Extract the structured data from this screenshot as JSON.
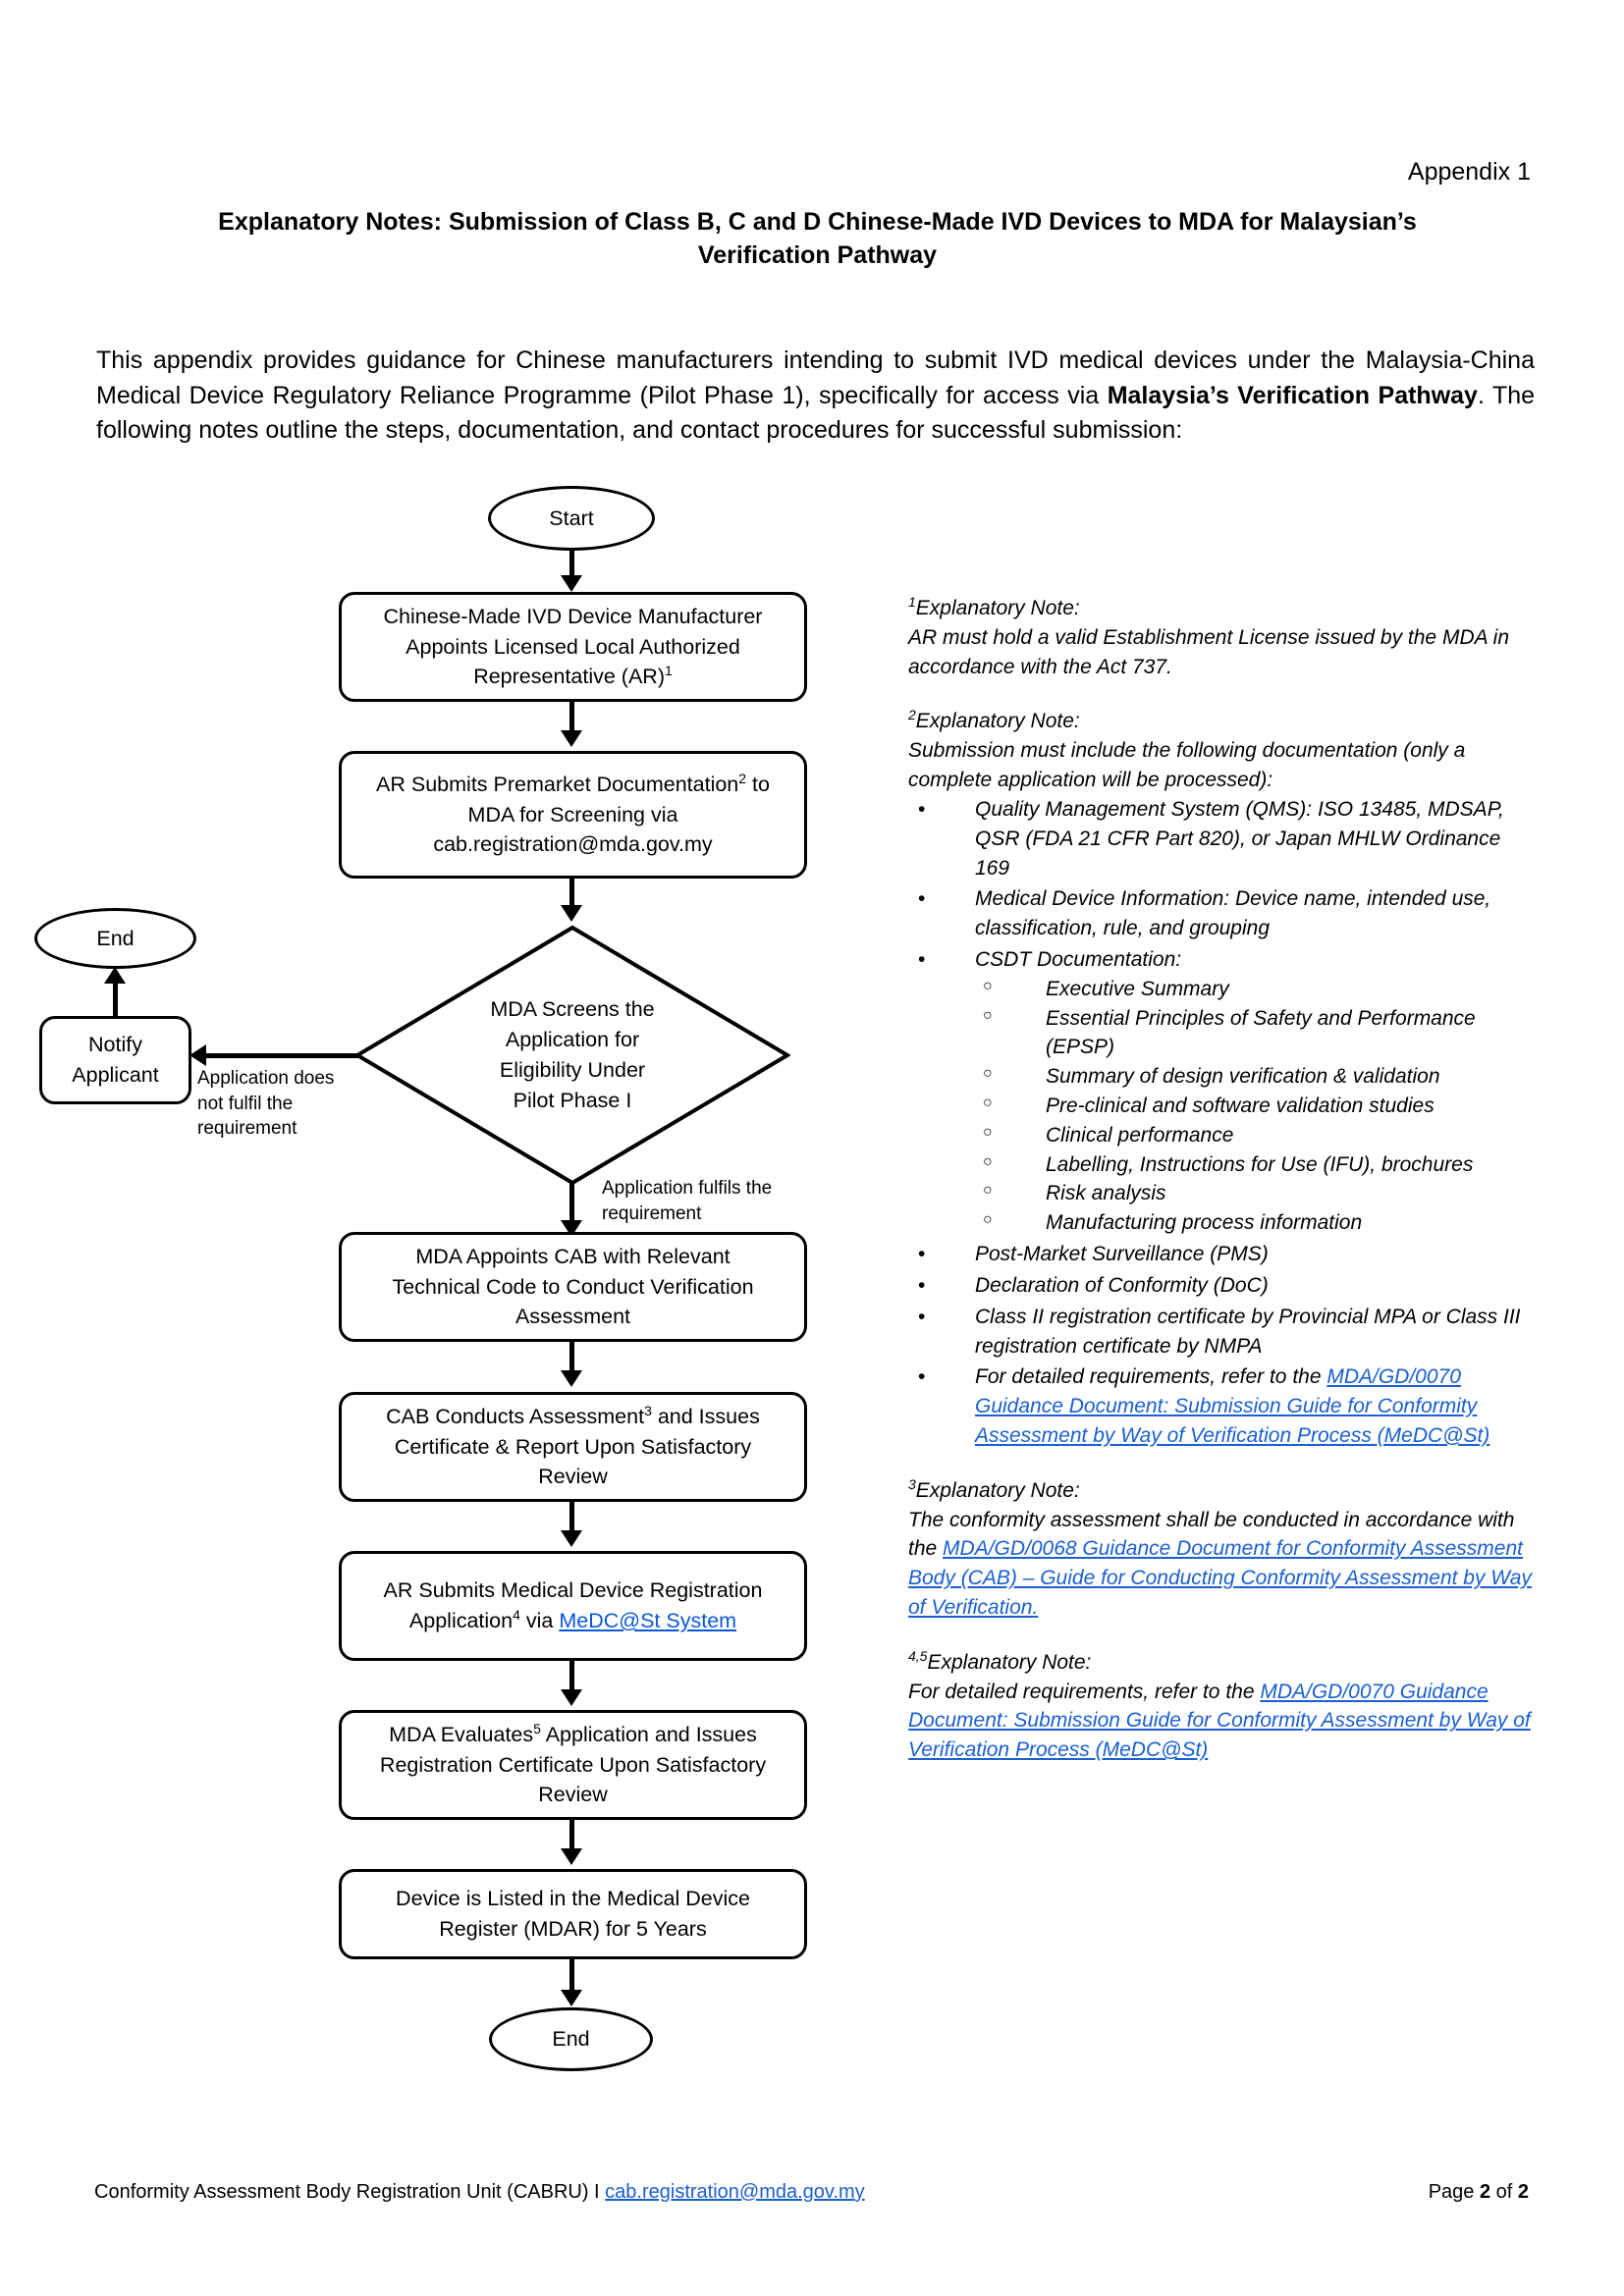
{
  "header": {
    "appendix_label": "Appendix 1",
    "title_line1": "Explanatory Notes: Submission of Class B, C and D Chinese-Made IVD Devices to MDA for Malaysian’s",
    "title_line2": "Verification Pathway",
    "intro_part1": "This appendix provides guidance for Chinese manufacturers intending to submit IVD medical devices under the Malaysia-China Medical Device Regulatory Reliance Programme (Pilot Phase 1), specifically for access via ",
    "intro_bold": "Malaysia’s Verification Pathway",
    "intro_part2": ". The following notes outline the steps, documentation, and contact procedures for successful submission:"
  },
  "flowchart": {
    "start_label": "Start",
    "node1_line1": "Chinese-Made IVD Device Manufacturer",
    "node1_line2": "Appoints Licensed Local Authorized",
    "node1_line3": "Representative (AR)",
    "node1_sup": "1",
    "node2_line1a": "AR Submits Premarket Documentation",
    "node2_sup": "2",
    "node2_line1b": " to",
    "node2_line2": "MDA for Screening via",
    "node2_line3": "cab.registration@mda.gov.my",
    "decision_line1": "MDA Screens the",
    "decision_line2": "Application for",
    "decision_line3": "Eligibility Under",
    "decision_line4": "Pilot Phase I",
    "edge_no_line1": "Application does",
    "edge_no_line2": "not fulfil the",
    "edge_no_line3": "requirement",
    "edge_yes_line1": "Application fulfils the",
    "edge_yes_line2": "requirement",
    "notify_line1": "Notify",
    "notify_line2": "Applicant",
    "end_left_label": "End",
    "node3_line1": "MDA Appoints CAB with Relevant",
    "node3_line2": "Technical Code to Conduct Verification",
    "node3_line3": "Assessment",
    "node4_line1a": "CAB Conducts Assessment",
    "node4_sup": "3",
    "node4_line1b": " and Issues",
    "node4_line2": "Certificate & Report Upon Satisfactory",
    "node4_line3": "Review",
    "node5_line1": "AR Submits Medical Device Registration",
    "node5_line2a": "Application",
    "node5_sup": "4",
    "node5_line2b": " via ",
    "node5_link": "MeDC@St System",
    "node6_line1a": "MDA Evaluates",
    "node6_sup": "5",
    "node6_line1b": " Application and Issues",
    "node6_line2": "Registration Certificate Upon Satisfactory",
    "node6_line3": "Review",
    "node7_line1": "Device is Listed in the Medical Device",
    "node7_line2": "Register (MDAR) for 5 Years",
    "end_bottom_label": "End"
  },
  "notes": {
    "note1": {
      "sup": "1",
      "head": "Explanatory Note:",
      "body": "AR must hold a valid Establishment License issued by the MDA in accordance with the Act 737."
    },
    "note2": {
      "sup": "2",
      "head": "Explanatory Note:",
      "body": "Submission must include the following documentation (only a complete application will be processed):",
      "bullets": [
        "Quality Management System (QMS): ISO 13485, MDSAP, QSR (FDA 21 CFR Part 820), or Japan MHLW Ordinance 169",
        "Medical Device Information: Device name, intended use, classification, rule, and grouping",
        "CSDT Documentation:"
      ],
      "sub_bullets": [
        "Executive Summary",
        "Essential Principles of Safety and Performance (EPSP)",
        "Summary of design verification & validation",
        "Pre-clinical and software validation studies",
        "Clinical performance",
        "Labelling, Instructions for Use (IFU), brochures",
        "Risk analysis",
        "Manufacturing process information"
      ],
      "bullets_tail": [
        "Post-Market Surveillance (PMS)",
        "Declaration of Conformity (DoC)",
        "Class II registration certificate by Provincial MPA or Class III registration certificate by NMPA"
      ],
      "last_bullet_prefix": "For detailed requirements, refer to the ",
      "last_bullet_link": "MDA/GD/0070 Guidance Document: Submission Guide for Conformity Assessment by Way of Verification Process (MeDC@St)"
    },
    "note3": {
      "sup": "3",
      "head": "Explanatory Note:",
      "body_prefix": "The conformity assessment shall be conducted in accordance with the ",
      "body_link": "MDA/GD/0068 Guidance Document for Conformity Assessment Body (CAB) – Guide for Conducting Conformity Assessment by Way of Verification."
    },
    "note45": {
      "sup": "4,5",
      "head": "Explanatory Note:",
      "body_prefix": "For detailed requirements, refer to the ",
      "body_link": "MDA/GD/0070 Guidance Document: Submission Guide for Conformity Assessment by Way of Verification Process (MeDC@St)"
    }
  },
  "footer": {
    "left_text": "Conformity Assessment Body Registration Unit (CABRU) I ",
    "left_email": "cab.registration@mda.gov.my",
    "page_prefix": "Page ",
    "page_current": "2",
    "page_mid": " of ",
    "page_total": "2"
  },
  "colors": {
    "link": "#1a5fd0",
    "text": "#000000",
    "background": "#ffffff"
  }
}
